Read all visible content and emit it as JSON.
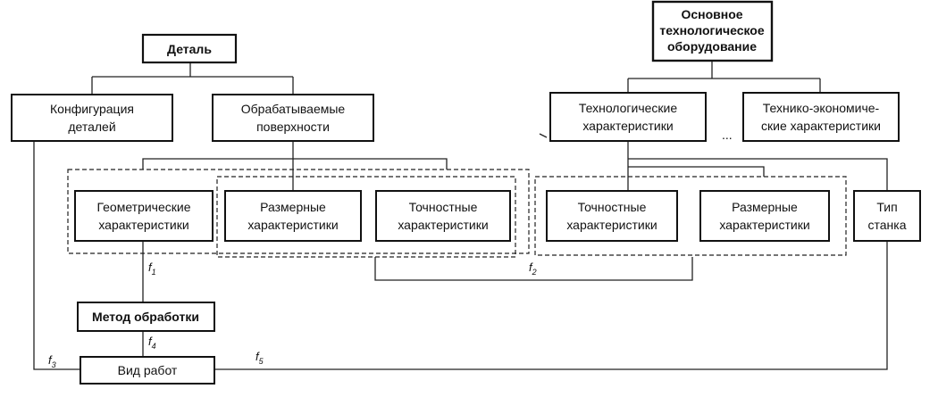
{
  "boxes": {
    "detail": "Деталь",
    "config": [
      "Конфигурация",
      "деталей"
    ],
    "surfaces": [
      "Обрабатываемые",
      "поверхности"
    ],
    "geom": [
      "Геометрические",
      "характеристики"
    ],
    "dim_left": [
      "Размерные",
      "характеристики"
    ],
    "acc_left": [
      "Точностные",
      "характеристики"
    ],
    "method": "Метод обработки",
    "work": "Вид работ",
    "equipment": [
      "Основное",
      "технологическое",
      "оборудование"
    ],
    "tech": [
      "Технологические",
      "характеристики"
    ],
    "econ": [
      "Технико-экономиче-",
      "ские характеристики"
    ],
    "acc_right": [
      "Точностные",
      "характеристики"
    ],
    "dim_right": [
      "Размерные",
      "характеристики"
    ],
    "machine": [
      "Тип",
      "станка"
    ]
  },
  "ellipsis": "...",
  "functions": {
    "f1": {
      "base": "f",
      "sub": "1"
    },
    "f2": {
      "base": "f",
      "sub": "2"
    },
    "f3": {
      "base": "f",
      "sub": "3"
    },
    "f4": {
      "base": "f",
      "sub": "4"
    },
    "f5": {
      "base": "f",
      "sub": "5"
    }
  }
}
